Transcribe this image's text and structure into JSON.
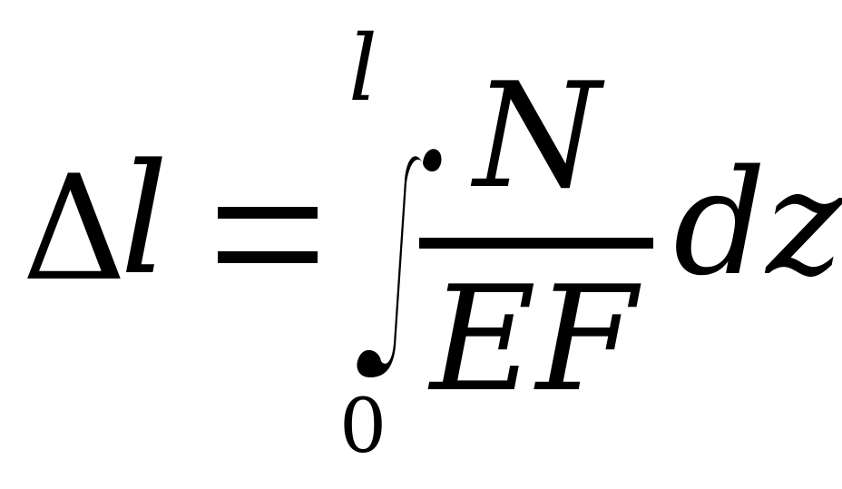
{
  "formula": {
    "lhs": {
      "delta": "Δ",
      "variable": "l"
    },
    "equals": "=",
    "integral": {
      "symbol": "∫",
      "upper_limit": "l",
      "lower_limit": "0"
    },
    "fraction": {
      "numerator": "N",
      "denominator": "EF"
    },
    "differential": "dz"
  },
  "colors": {
    "ink": "#000000",
    "background": "#ffffff"
  }
}
